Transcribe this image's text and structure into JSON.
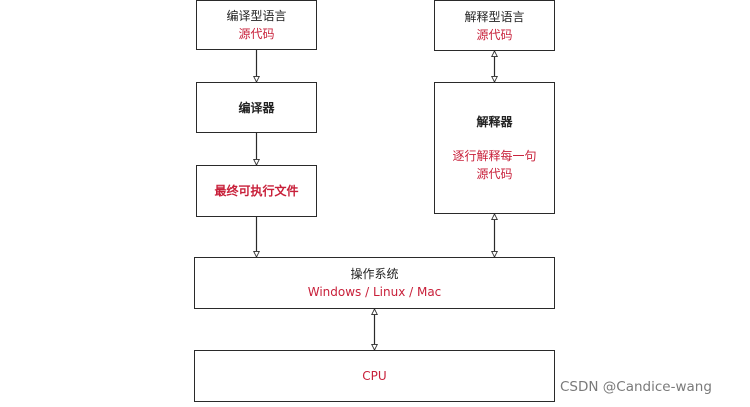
{
  "compiled_source": {
    "title": "编译型语言",
    "subtitle": "源代码"
  },
  "compiler": {
    "title": "编译器"
  },
  "executable": {
    "title": "最终可执行文件"
  },
  "interpreted_source": {
    "title": "解释型语言",
    "subtitle": "源代码"
  },
  "interpreter": {
    "title": "解释器",
    "desc_line1": "逐行解释每一句",
    "desc_line2": "源代码"
  },
  "os": {
    "title": "操作系统",
    "subtitle": "Windows / Linux / Mac"
  },
  "cpu": {
    "title": "CPU"
  },
  "watermark": "CSDN @Candice-wang",
  "colors": {
    "accent": "#c8203a",
    "border": "#2a2a2a",
    "watermark": "#7a7a7a"
  }
}
